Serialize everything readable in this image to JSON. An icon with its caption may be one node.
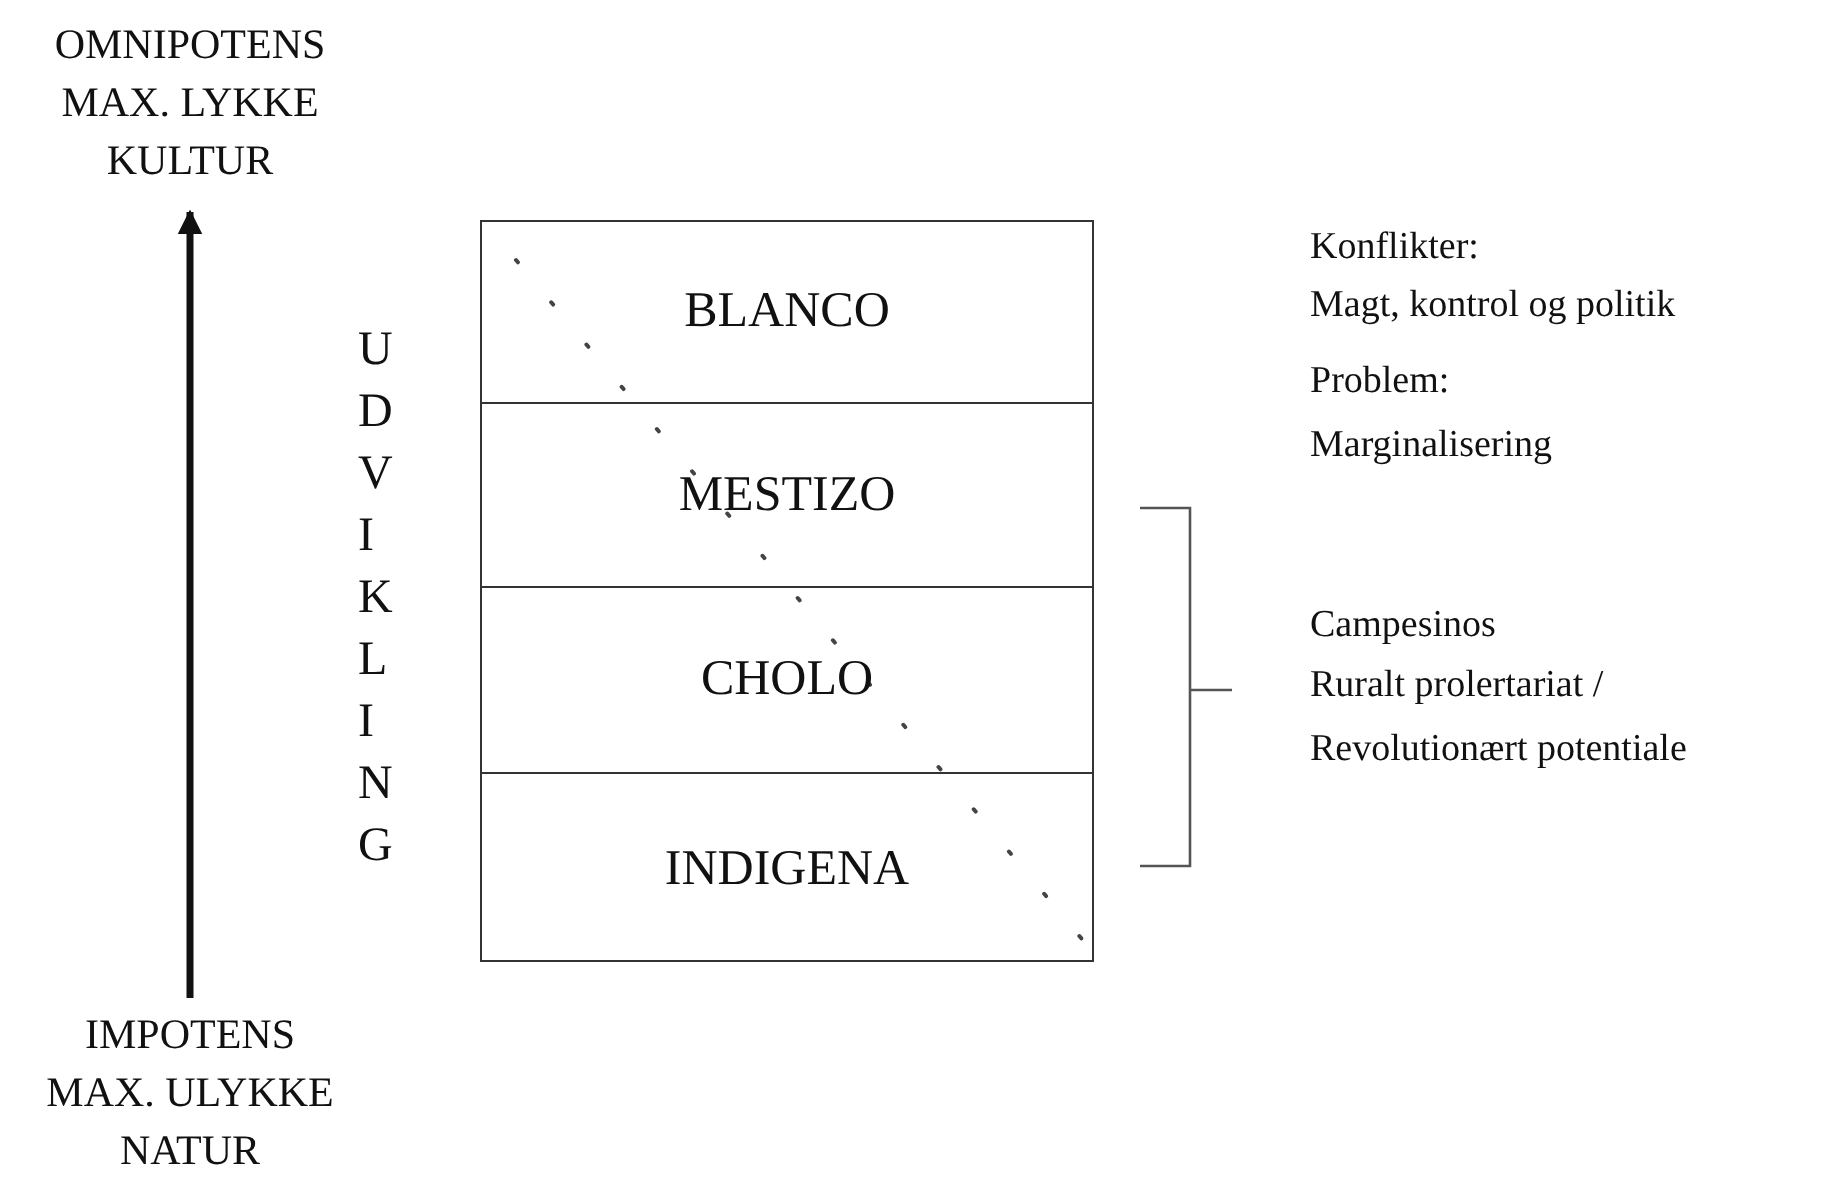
{
  "diagram": {
    "nodes": [
      {
        "text": [
          "OMNIPOTENS MAX. LYKKE KULTUR"
        ]
      },
      {
        "text": [
          "IMPOTENS MAX. ULYKKE NATUR"
        ]
      },
      {
        "text": [],
        "shape": "box"
      },
      {
        "text": [
          "BLANCO"
        ],
        "in": 2
      },
      {
        "text": [
          "MESTIZO"
        ],
        "in": 2
      },
      {
        "text": [
          "CHOLO"
        ],
        "in": 2
      },
      {
        "text": [
          "INDIGENA"
        ],
        "in": 2
      }
    ],
    "edges": [
      {
        "from": 1,
        "to": 0,
        "arrow": "to"
      }
    ],
    "labels": [
      "UDVIKLING",
      "Konflikter:",
      "Magt, kontrol og politik",
      "Problem:",
      "Marginalisering",
      "Campesinos",
      "Ruralt prolertariat /",
      "Revolutionært potentiale"
    ]
  }
}
